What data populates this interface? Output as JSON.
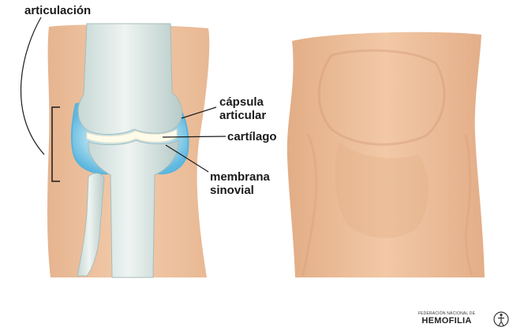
{
  "labels": {
    "articulacion": "articulación",
    "capsula_line1": "cápsula",
    "capsula_line2": "articular",
    "cartilago": "cartílago",
    "membrana_line1": "membrana",
    "membrana_line2": "sinovial"
  },
  "logo": {
    "small_text": "FEDERACIÓN NACIONAL DE",
    "big_text": "HEMOFILIA"
  },
  "colors": {
    "skin": "#f1c7a5",
    "skin_shadow": "#dba884",
    "bone": "#dde8e6",
    "bone_shade": "#b9cdca",
    "capsule": "#7fc9e6",
    "cartilage": "#fffbea",
    "line": "#1a1a1a"
  }
}
